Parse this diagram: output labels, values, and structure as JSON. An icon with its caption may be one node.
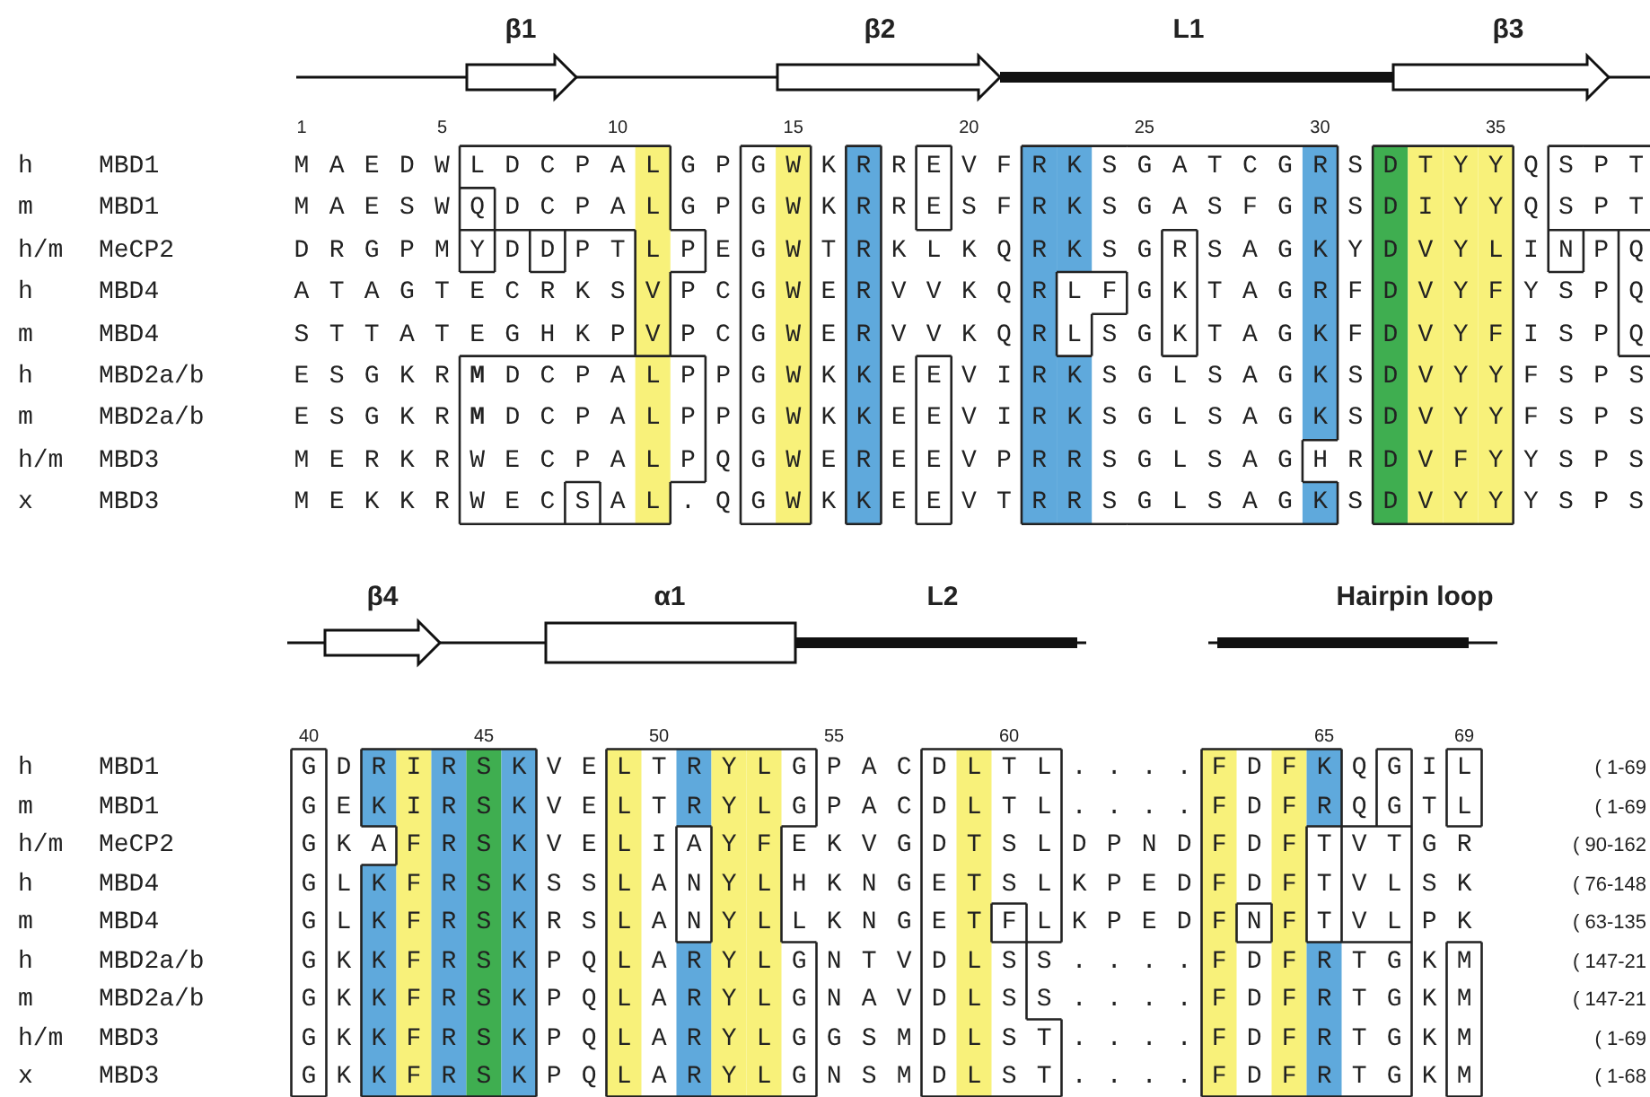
{
  "diagram": {
    "labels": [
      "β1",
      "β2",
      "L1",
      "β3",
      "1",
      "5",
      "10",
      "15",
      "20",
      "25",
      "30",
      "35",
      "h",
      "MBD1",
      "M A E D W L D C P A L G P G W K R R E V F R K S G A T C G R S D T Y Y Q S P T",
      "m",
      "MBD1",
      "M A E S W Q D C P A L G P G W K R R E S F R K S G A S F G R S D I Y Y Q S P T",
      "h/m",
      "MeCP2",
      "D R G P M Y D D P T L P E G W T R K L K Q R K S G R S A G K Y D V Y L I N P Q",
      "h",
      "MBD4",
      "A T A G T E C R K S V P C G W E R V V K Q R L F G K T A G R F D V Y F Y S P Q",
      "m",
      "MBD4",
      "S T T A T E G H K P V P C G W E R V V K Q R L S G K T A G K F D V Y F I S P Q",
      "h",
      "MBD2a/b",
      "E S G K R **M** D C P A L P P G W K K E E V I R K S G L S A G K S D V Y Y F S P S",
      "m",
      "MBD2a/b",
      "E S G K R **M** D C P A L P P G W K K E E V I R K S G L S A G K S D V Y Y F S P S",
      "h/m",
      "MBD3",
      "M E R K R W E C P A L P Q G W E R E E V P R R S G L S A G H R D V F Y Y S P S",
      "x",
      "MBD3",
      "M E K K R W E C S A L . Q G W K K E E V T R R S G L S A G K S D V Y Y Y S P S",
      "β4",
      "α1",
      "L2",
      "Hairpin loop",
      "40",
      "45",
      "50",
      "55",
      "60",
      "65",
      "69",
      "h",
      "MBD1",
      "G D R I R S K V E L T R Y L G P A C D L T L . . . . F D F K Q G I L",
      "( 1-69",
      "m",
      "MBD1",
      "G E K I R S K V E L T R Y L G P A C D L T L . . . . F D F R Q G T L",
      "( 1-69",
      "h/m",
      "MeCP2",
      "G K A F R S K V E L I A Y F E K V G D T S L D P N D F D F T V T G R",
      "( 90-162",
      "h",
      "MBD4",
      "G L K F R S K S S L A N Y L H K N G E T S L K P E D F D F T V L S K",
      "( 76-148",
      "m",
      "MBD4",
      "G L K F R S K R S L A N Y L L K N G E T F L K P E D F N F T V L P K",
      "( 63-135",
      "h",
      "MBD2a/b",
      "G K K F R S K P Q L A R Y L G N T V D L S S . . . . F D F R T G K M",
      "( 147-21",
      "m",
      "MBD2a/b",
      "G K K F R S K P Q L A R Y L G N A V D L S S . . . . F D F R T G K M",
      "( 147-21",
      "h/m",
      "MBD3",
      "G K K F R S K P Q L A R Y L G G S M D L S T . . . . F D F R T G K M",
      "( 1-69",
      "x",
      "MBD3",
      "G K K F R S K P Q L A R Y L G N S M D L S T . . . . F D F R T G K M",
      "( 1-68"
    ]
  }
}
